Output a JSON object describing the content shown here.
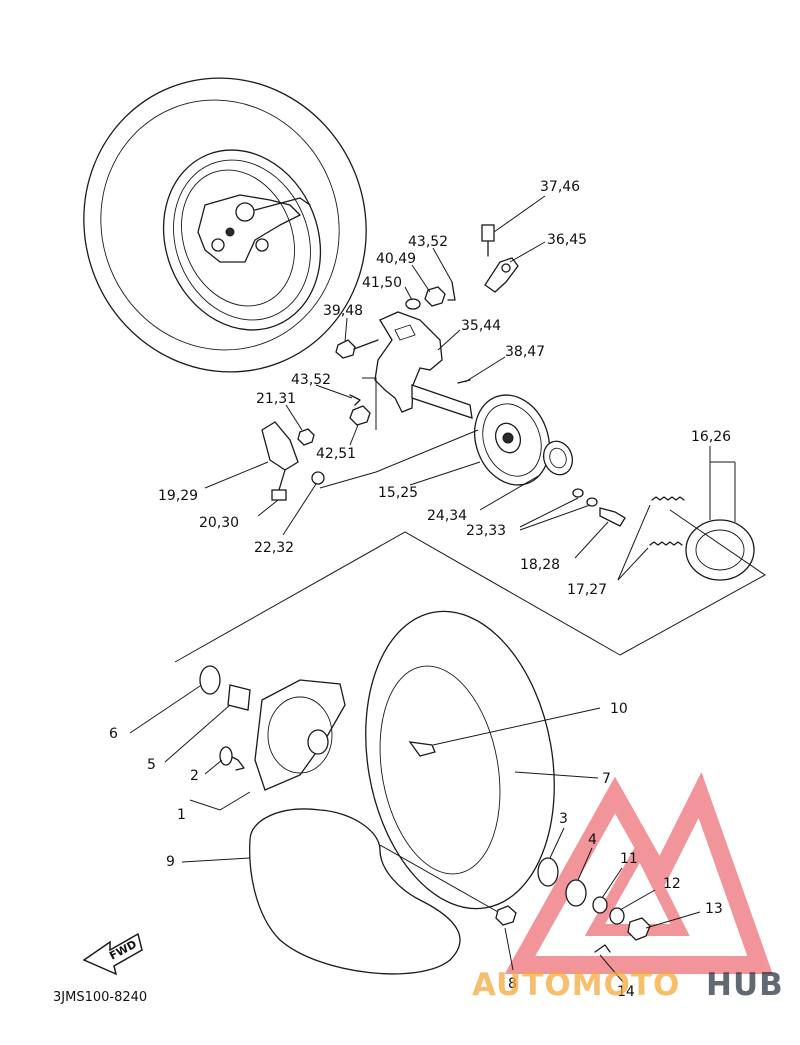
{
  "diagram_code": "3JMS100-8240",
  "fwd_label": "FWD",
  "watermark": {
    "text_primary": "AUTOMOTO",
    "text_secondary": "HUB",
    "color_primary": "#f4a83a",
    "color_secondary": "#1f2a3a",
    "logo_color": "#e8404a"
  },
  "callouts": [
    {
      "id": "c-37-46",
      "label": "37,46"
    },
    {
      "id": "c-43-52-top",
      "label": "43,52"
    },
    {
      "id": "c-36-45",
      "label": "36,45"
    },
    {
      "id": "c-40-49",
      "label": "40,49"
    },
    {
      "id": "c-41-50",
      "label": "41,50"
    },
    {
      "id": "c-39-48",
      "label": "39,48"
    },
    {
      "id": "c-35-44",
      "label": "35,44"
    },
    {
      "id": "c-38-47",
      "label": "38,47"
    },
    {
      "id": "c-43-52-mid",
      "label": "43,52"
    },
    {
      "id": "c-21-31",
      "label": "21,31"
    },
    {
      "id": "c-42-51",
      "label": "42,51"
    },
    {
      "id": "c-16-26",
      "label": "16,26"
    },
    {
      "id": "c-19-29",
      "label": "19,29"
    },
    {
      "id": "c-15-25",
      "label": "15,25"
    },
    {
      "id": "c-20-30",
      "label": "20,30"
    },
    {
      "id": "c-24-34",
      "label": "24,34"
    },
    {
      "id": "c-23-33",
      "label": "23,33"
    },
    {
      "id": "c-22-32",
      "label": "22,32"
    },
    {
      "id": "c-18-28",
      "label": "18,28"
    },
    {
      "id": "c-17-27",
      "label": "17,27"
    },
    {
      "id": "c-10",
      "label": "10"
    },
    {
      "id": "c-6",
      "label": "6"
    },
    {
      "id": "c-7",
      "label": "7"
    },
    {
      "id": "c-5",
      "label": "5"
    },
    {
      "id": "c-2",
      "label": "2"
    },
    {
      "id": "c-3",
      "label": "3"
    },
    {
      "id": "c-1",
      "label": "1"
    },
    {
      "id": "c-4",
      "label": "4"
    },
    {
      "id": "c-11",
      "label": "11"
    },
    {
      "id": "c-9",
      "label": "9"
    },
    {
      "id": "c-12",
      "label": "12"
    },
    {
      "id": "c-13",
      "label": "13"
    },
    {
      "id": "c-8",
      "label": "8"
    },
    {
      "id": "c-14",
      "label": "14"
    }
  ]
}
